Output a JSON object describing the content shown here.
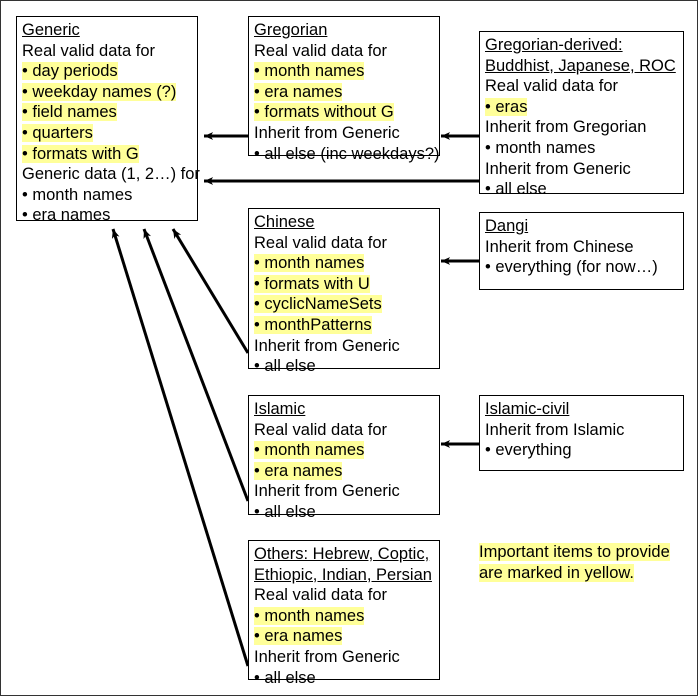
{
  "diagram": {
    "note": {
      "line1": "Important items to provide",
      "line2": "are marked in yellow."
    },
    "boxes": [
      {
        "id": "generic",
        "title": "Generic",
        "lines": [
          {
            "text": "Real valid data for",
            "bullet": false,
            "highlight": false
          },
          {
            "text": "day periods",
            "bullet": true,
            "highlight": true
          },
          {
            "text": "weekday names (?)",
            "bullet": true,
            "highlight": true
          },
          {
            "text": "field names",
            "bullet": true,
            "highlight": true
          },
          {
            "text": "quarters",
            "bullet": true,
            "highlight": true
          },
          {
            "text": "formats with G",
            "bullet": true,
            "highlight": true
          },
          {
            "text": "Generic data (1, 2…) for",
            "bullet": false,
            "highlight": false
          },
          {
            "text": "month names",
            "bullet": true,
            "highlight": false
          },
          {
            "text": "era names",
            "bullet": true,
            "highlight": false
          }
        ]
      },
      {
        "id": "gregorian",
        "title": "Gregorian",
        "lines": [
          {
            "text": "Real valid data for",
            "bullet": false,
            "highlight": false
          },
          {
            "text": "month names",
            "bullet": true,
            "highlight": true
          },
          {
            "text": "era names",
            "bullet": true,
            "highlight": true
          },
          {
            "text": "formats without G",
            "bullet": true,
            "highlight": true
          },
          {
            "text": "Inherit from Generic",
            "bullet": false,
            "highlight": false
          },
          {
            "text": "all else (inc weekdays?)",
            "bullet": true,
            "highlight": false
          }
        ]
      },
      {
        "id": "gregorian-derived",
        "title": "Gregorian-derived:",
        "title2": "Buddhist, Japanese, ROC",
        "lines": [
          {
            "text": "Real valid data for",
            "bullet": false,
            "highlight": false
          },
          {
            "text": "eras",
            "bullet": true,
            "highlight": true
          },
          {
            "text": "Inherit from Gregorian",
            "bullet": false,
            "highlight": false
          },
          {
            "text": "month names",
            "bullet": true,
            "highlight": false
          },
          {
            "text": "Inherit from Generic",
            "bullet": false,
            "highlight": false
          },
          {
            "text": "all else",
            "bullet": true,
            "highlight": false
          }
        ]
      },
      {
        "id": "chinese",
        "title": "Chinese",
        "lines": [
          {
            "text": "Real valid data for",
            "bullet": false,
            "highlight": false
          },
          {
            "text": "month names",
            "bullet": true,
            "highlight": true
          },
          {
            "text": "formats with U",
            "bullet": true,
            "highlight": true
          },
          {
            "text": "cyclicNameSets",
            "bullet": true,
            "highlight": true
          },
          {
            "text": "monthPatterns",
            "bullet": true,
            "highlight": true
          },
          {
            "text": "Inherit from Generic",
            "bullet": false,
            "highlight": false
          },
          {
            "text": "all else",
            "bullet": true,
            "highlight": false
          }
        ]
      },
      {
        "id": "dangi",
        "title": "Dangi",
        "lines": [
          {
            "text": "Inherit from Chinese",
            "bullet": false,
            "highlight": false
          },
          {
            "text": "everything (for now…)",
            "bullet": true,
            "highlight": false
          }
        ]
      },
      {
        "id": "islamic",
        "title": "Islamic",
        "lines": [
          {
            "text": "Real valid data for",
            "bullet": false,
            "highlight": false
          },
          {
            "text": "month names",
            "bullet": true,
            "highlight": true
          },
          {
            "text": "era names",
            "bullet": true,
            "highlight": true
          },
          {
            "text": "Inherit from Generic",
            "bullet": false,
            "highlight": false
          },
          {
            "text": "all else",
            "bullet": true,
            "highlight": false
          }
        ]
      },
      {
        "id": "islamic-civil",
        "title": "Islamic-civil",
        "lines": [
          {
            "text": "Inherit from Islamic",
            "bullet": false,
            "highlight": false
          },
          {
            "text": "everything",
            "bullet": true,
            "highlight": false
          }
        ]
      },
      {
        "id": "others",
        "title": "Others: Hebrew, Coptic,",
        "title2": "Ethiopic, Indian, Persian",
        "lines": [
          {
            "text": "Real valid data for",
            "bullet": false,
            "highlight": false
          },
          {
            "text": "month names",
            "bullet": true,
            "highlight": true
          },
          {
            "text": "era names",
            "bullet": true,
            "highlight": true
          },
          {
            "text": "Inherit from Generic",
            "bullet": false,
            "highlight": false
          },
          {
            "text": "all else",
            "bullet": true,
            "highlight": false
          }
        ]
      }
    ],
    "colors": {
      "highlight": "#ffff99",
      "stroke": "#000000",
      "background": "#ffffff"
    }
  }
}
